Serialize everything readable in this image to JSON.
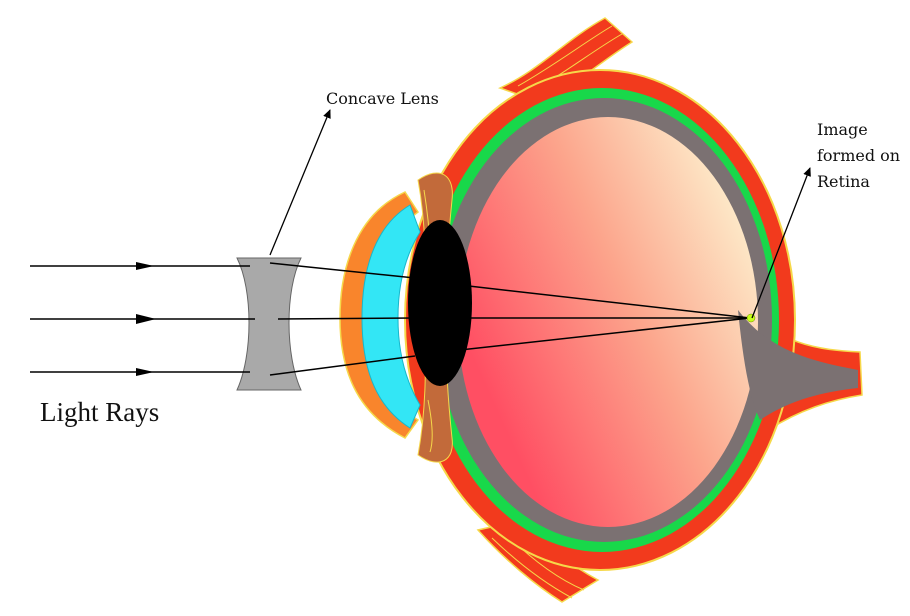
{
  "labels": {
    "concave_lens": "Concave Lens",
    "image_line1": "Image",
    "image_line2": "formed on",
    "image_line3": "Retina",
    "light_rays": "Light Rays"
  },
  "colors": {
    "outer_layer": "#f23a1d",
    "choroid": "#18d84a",
    "vitreous_light": "#fde3c2",
    "vitreous_dark": "#ff5565",
    "cornea_fluid": "#33e6f5",
    "lens": "#000000",
    "optic_nerve": "#7b7172",
    "concave_lens": "#a9a9a9",
    "image_point": "#c7ff1a",
    "ray": "#000000"
  }
}
